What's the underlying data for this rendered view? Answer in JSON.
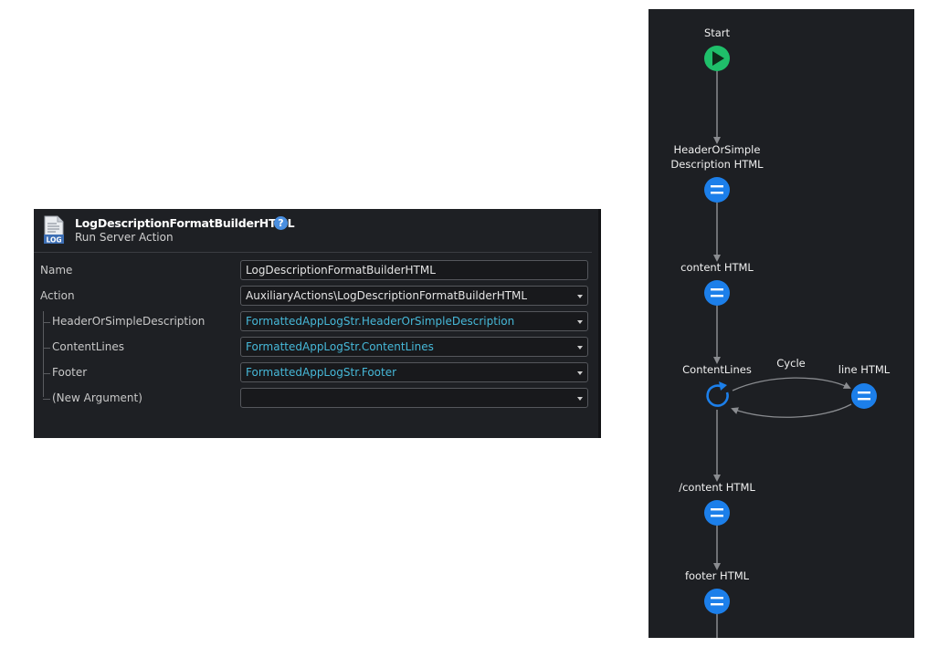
{
  "panel": {
    "title": "LogDescriptionFormatBuilderHTML",
    "subtitle": "Run Server Action",
    "help_label": "?",
    "icon_text": "LOG",
    "rows": [
      {
        "label": "Name",
        "value": "LogDescriptionFormatBuilderHTML",
        "kind": "plain",
        "dropdown": false
      },
      {
        "label": "Action",
        "value": "AuxiliaryActions\\LogDescriptionFormatBuilderHTML",
        "kind": "plain",
        "dropdown": true
      },
      {
        "label": "HeaderOrSimpleDescription",
        "value": "FormattedAppLogStr.HeaderOrSimpleDescription",
        "kind": "expr",
        "dropdown": true
      },
      {
        "label": "ContentLines",
        "value": "FormattedAppLogStr.ContentLines",
        "kind": "expr",
        "dropdown": true
      },
      {
        "label": "Footer",
        "value": "FormattedAppLogStr.Footer",
        "kind": "expr",
        "dropdown": true
      },
      {
        "label": "(New Argument)",
        "value": "",
        "kind": "plain",
        "dropdown": true
      }
    ]
  },
  "flow": {
    "nodes": [
      {
        "id": "start",
        "label": "Start",
        "type": "start"
      },
      {
        "id": "header",
        "label": "HeaderOrSimple\nDescription HTML",
        "type": "assign"
      },
      {
        "id": "content",
        "label": "content HTML",
        "type": "assign"
      },
      {
        "id": "loop",
        "label": "ContentLines",
        "type": "foreach"
      },
      {
        "id": "line",
        "label": "line HTML",
        "type": "assign"
      },
      {
        "id": "endcontent",
        "label": "/content HTML",
        "type": "assign"
      },
      {
        "id": "footer",
        "label": "footer HTML",
        "type": "assign"
      }
    ],
    "cycle_label": "Cycle",
    "colors": {
      "start": "#1fbf6a",
      "assign": "#1c7fea",
      "loop": "#1c7fea",
      "connector": "#8a8c90"
    }
  }
}
